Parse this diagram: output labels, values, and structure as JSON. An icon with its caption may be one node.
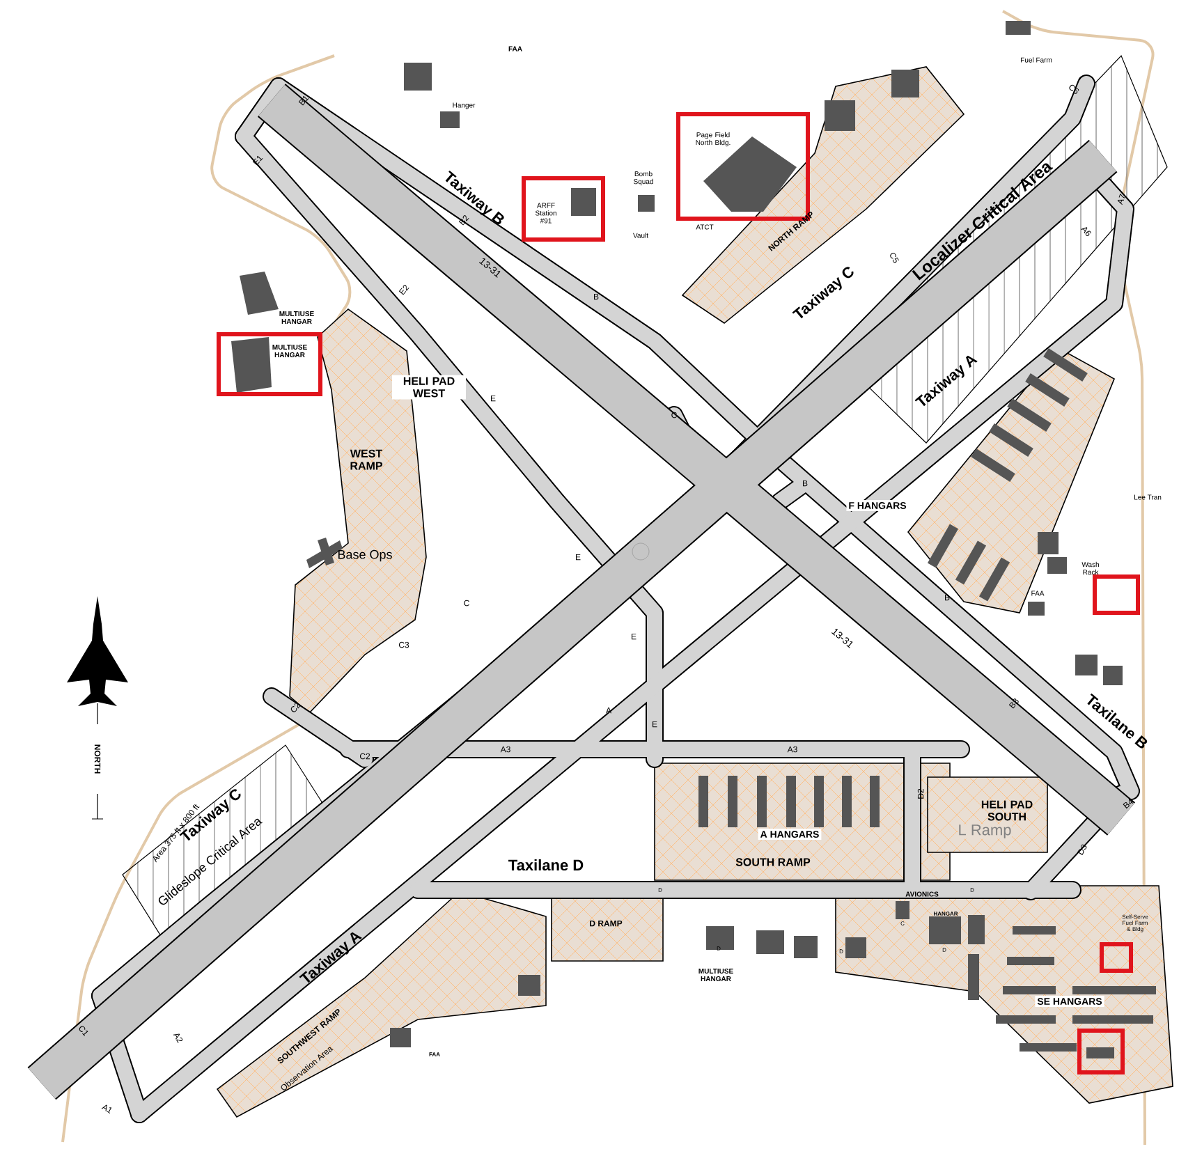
{
  "diagram": {
    "labels": [
      "Hanger",
      "FAA",
      "B1",
      "E1",
      "Taxiway B",
      "ARFF Station #91",
      "B2",
      "13-31",
      "Bomb Squad",
      "Page Field North Bldg.",
      "Fuel Farm",
      "C6",
      "Vault",
      "ATCT",
      "E2",
      "B",
      "NORTH RAMP",
      "Localizer Critical Area",
      "A7",
      "A6",
      "C5",
      "Taxiway C",
      "MULTIUSE HANGAR",
      "MULTIUSE HANGAR",
      "HELI PAD WEST",
      "E",
      "Taxiway A",
      "C",
      "WEST RAMP",
      "B",
      "F HANGARS",
      "Lee Tran",
      "Wash Rack",
      "Base Ops",
      "E",
      "B",
      "FAA",
      "C",
      "E",
      "13-31",
      "C3",
      "C2",
      "A",
      "E",
      "B3",
      "Taxilane B",
      "NORTH",
      "C2",
      "A3",
      "A3",
      "D2",
      "B4",
      "HELI PAD SOUTH",
      "Taxiway C",
      "A HANGARS",
      "L Ramp",
      "D3",
      "Area 375 ft x 800 ft",
      "SOUTH RAMP",
      "Taxilane D",
      "Glideslope Critical Area",
      "D",
      "D",
      "AVIONICS",
      "HANGAR",
      "D RAMP",
      "Self-Serve Fuel Farm & Bldg",
      "C",
      "D",
      "D",
      "D",
      "MULTIUSE HANGAR",
      "Taxiway A",
      "SE HANGARS",
      "C1",
      "A2",
      "SOUTHWEST RAMP",
      "FAA",
      "Observation Area",
      "A1"
    ]
  }
}
